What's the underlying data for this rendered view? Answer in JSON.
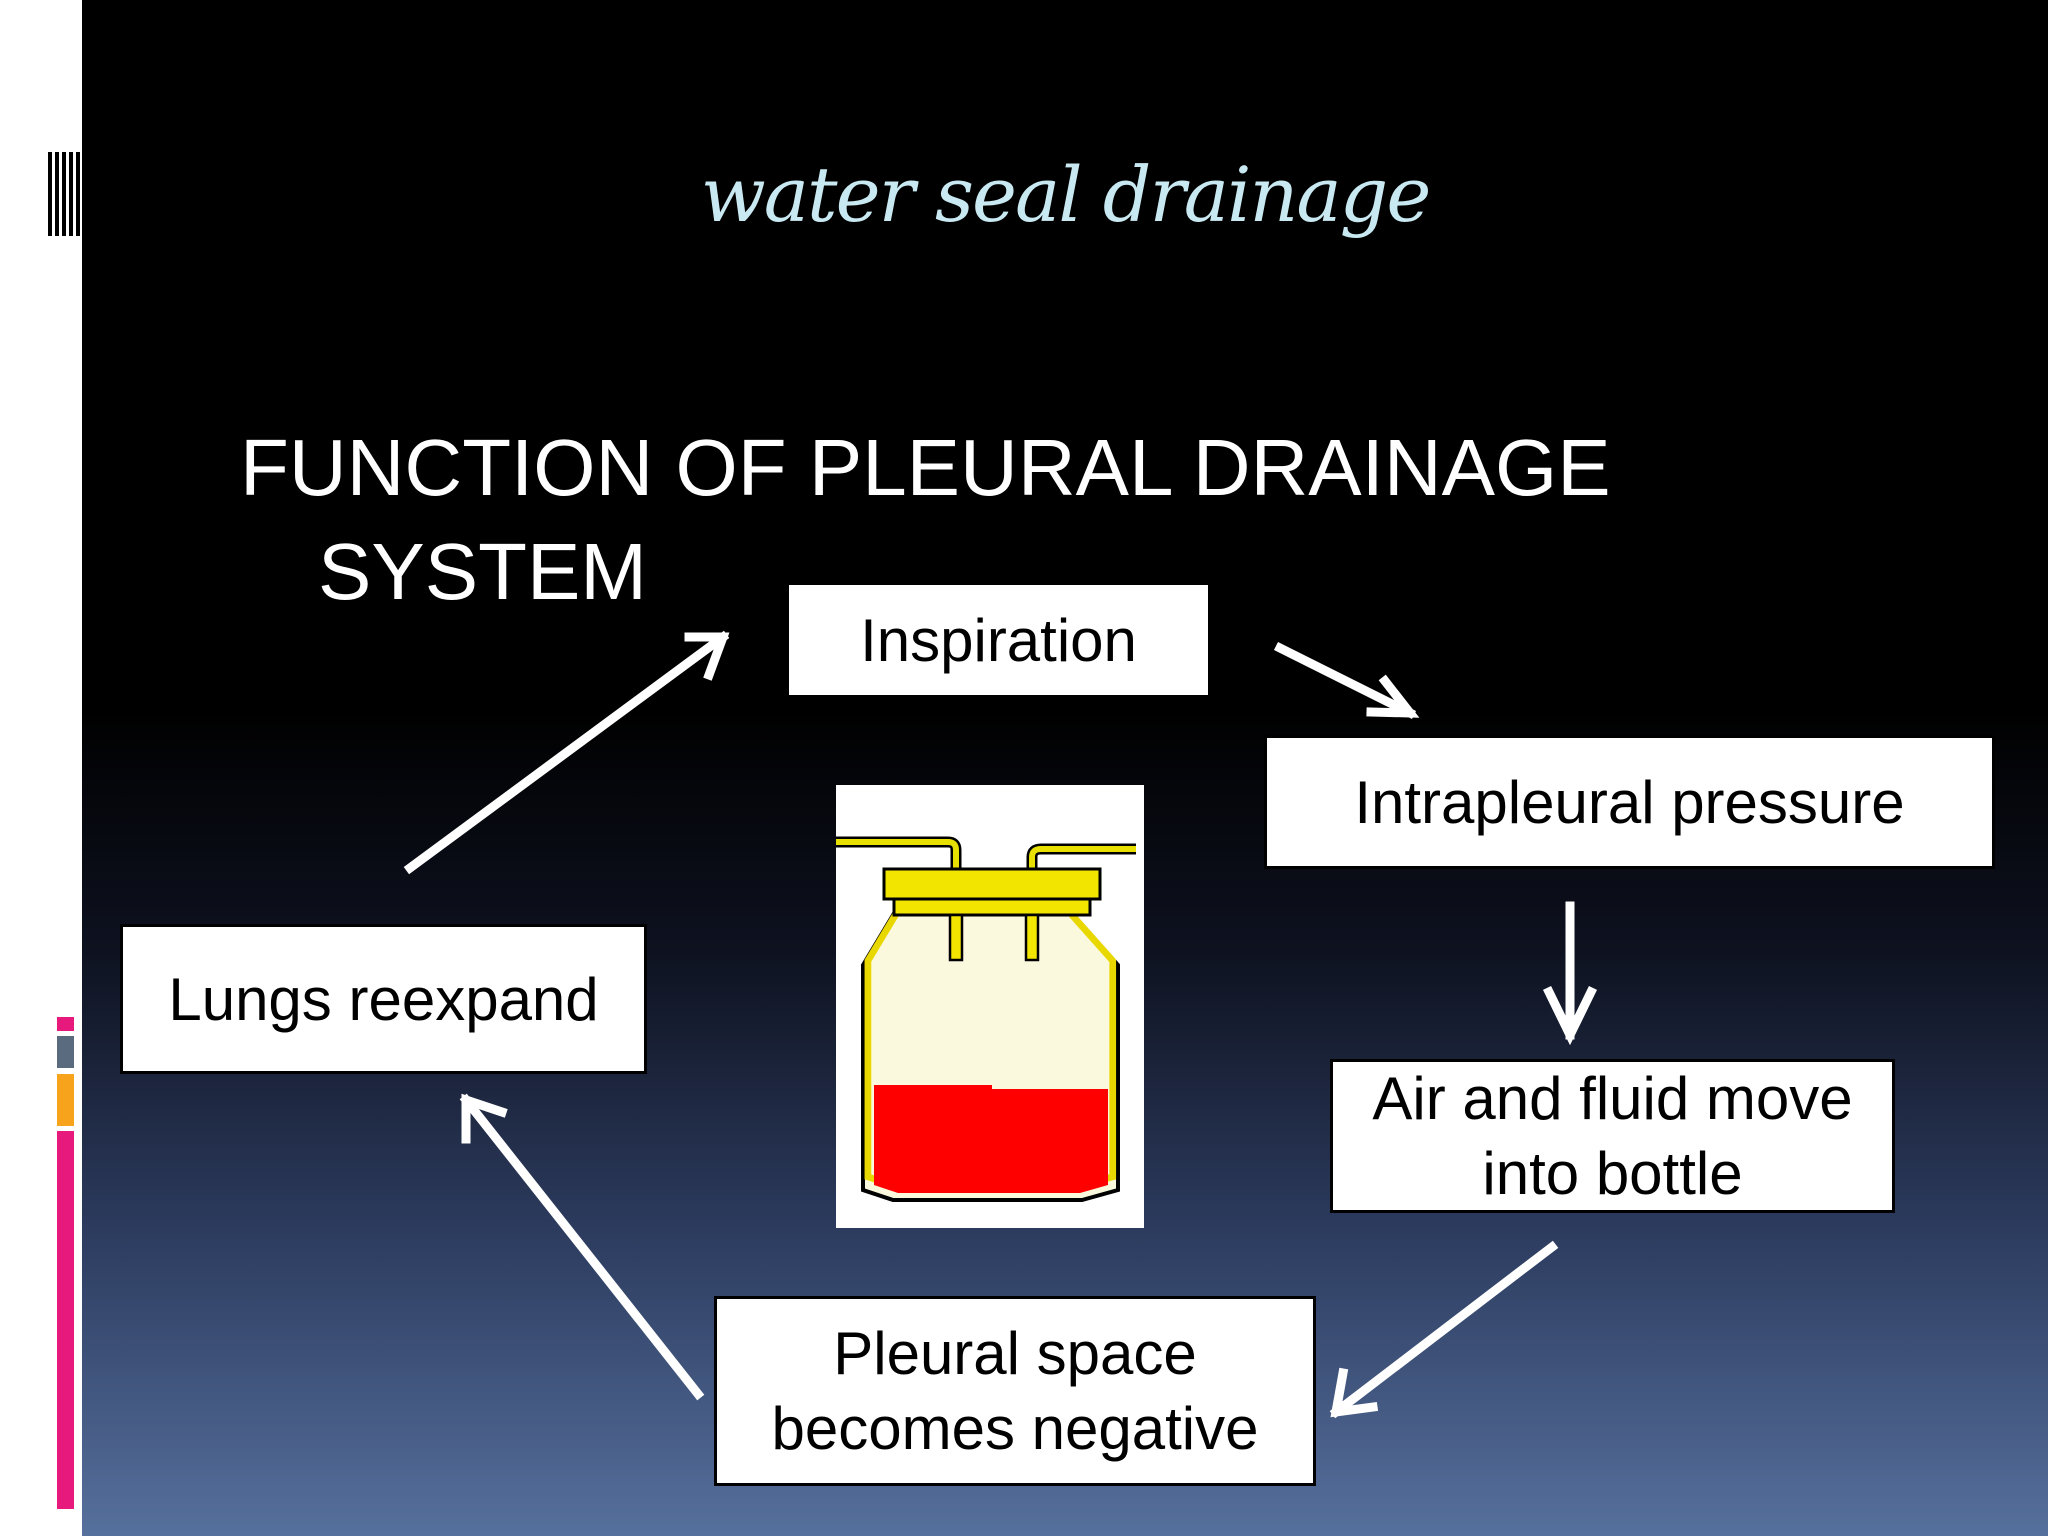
{
  "title": "water seal drainage",
  "heading": {
    "line1": "FUNCTION OF PLEURAL DRAINAGE",
    "line2": "SYSTEM"
  },
  "cycle": {
    "inspiration": "Inspiration",
    "intrapleural_pressure": "Intrapleural pressure",
    "air_fluid": {
      "line1": "Air and fluid move",
      "line2": "into bottle"
    },
    "pleural_space": {
      "line1": "Pleural space",
      "line2": "becomes negative"
    },
    "lungs_reexpand": "Lungs reexpand"
  },
  "colors": {
    "title": "#c9e9f2",
    "accent_pink": "#e8197c",
    "accent_orange": "#f7a31c",
    "accent_slate": "#5a6b80",
    "bottle_fluid": "#ff0000",
    "bottle_lid": "#f2e600"
  }
}
